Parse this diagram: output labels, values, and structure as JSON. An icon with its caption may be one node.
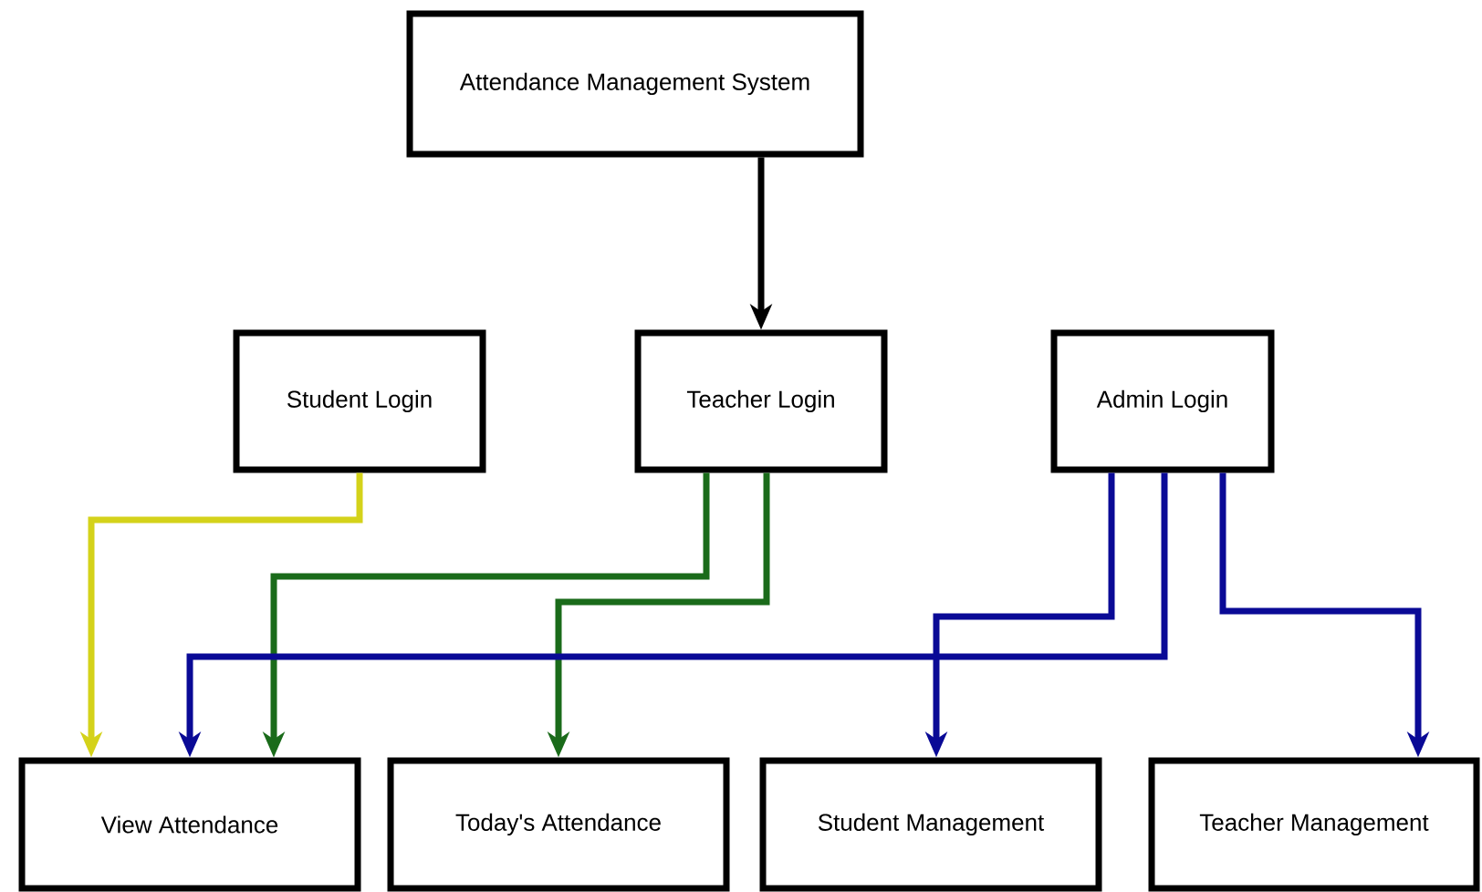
{
  "diagram": {
    "nodes": [
      {
        "text": [
          "Attendance Management System"
        ]
      },
      {
        "text": [
          "Student Login"
        ]
      },
      {
        "text": [
          "Teacher Login"
        ]
      },
      {
        "text": [
          "Admin Login"
        ]
      },
      {
        "text": [
          "View Attendance"
        ]
      },
      {
        "text": [
          "Today's Attendance"
        ]
      },
      {
        "text": [
          "Student Management"
        ]
      },
      {
        "text": [
          "Teacher Management"
        ]
      }
    ],
    "edges": [
      {
        "from": 0,
        "to": 2,
        "arrow": "to",
        "color": "#000000"
      },
      {
        "from": 1,
        "to": 4,
        "arrow": "to",
        "color": "#d4d21a"
      },
      {
        "from": 2,
        "to": 4,
        "arrow": "to",
        "color": "#1a6b1a"
      },
      {
        "from": 2,
        "to": 5,
        "arrow": "to",
        "color": "#1a6b1a"
      },
      {
        "from": 3,
        "to": 6,
        "arrow": "to",
        "color": "#0a0a96"
      },
      {
        "from": 3,
        "to": 4,
        "arrow": "to",
        "color": "#0a0a96"
      },
      {
        "from": 3,
        "to": 7,
        "arrow": "to",
        "color": "#0a0a96"
      }
    ]
  }
}
